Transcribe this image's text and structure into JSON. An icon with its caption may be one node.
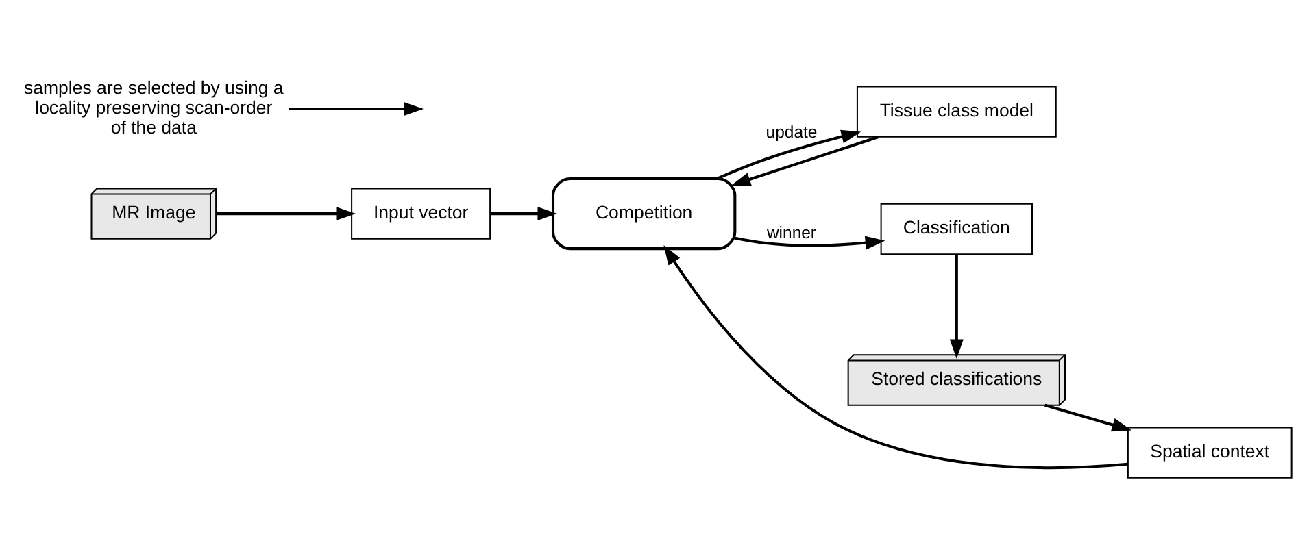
{
  "diagram": {
    "nodes": [
      {
        "text": [
          "MR Image"
        ]
      },
      {
        "text": [
          "Input vector"
        ]
      },
      {
        "text": [
          "Tissue class model"
        ]
      },
      {
        "text": [
          "Competition"
        ]
      },
      {
        "text": [
          "Classification"
        ]
      },
      {
        "text": [
          "Spatial context"
        ]
      },
      {
        "text": [
          "Stored classifications"
        ]
      },
      {
        "text": [
          "samples are selected by using a locality preserving scan-order of the data"
        ]
      }
    ],
    "edges": [
      {
        "from": 0,
        "to": 1,
        "arrow": "to"
      },
      {
        "from": 1,
        "to": 3,
        "arrow": "to"
      },
      {
        "from": 2,
        "to": 3,
        "arrow": "to"
      },
      {
        "from": 3,
        "to": 2,
        "arrow": "to",
        "label": "update"
      },
      {
        "from": 3,
        "to": 4,
        "arrow": "to",
        "label": "winner"
      },
      {
        "from": 4,
        "to": 6,
        "arrow": "to"
      },
      {
        "from": 6,
        "to": 5,
        "arrow": "to"
      },
      {
        "from": 5,
        "to": 3,
        "arrow": "to"
      },
      {
        "from": 7,
        "to": null,
        "arrow": "to"
      }
    ]
  }
}
